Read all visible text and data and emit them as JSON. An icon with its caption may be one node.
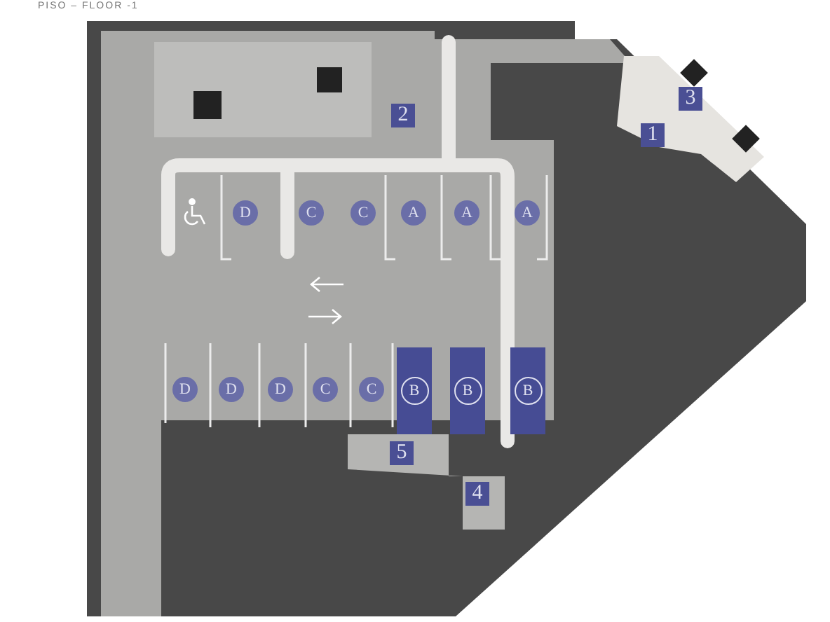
{
  "diagram": {
    "title": "PISO – FLOOR -1",
    "labels": [
      "3",
      "2",
      "1",
      "D",
      "C",
      "C",
      "A",
      "A",
      "A",
      "D",
      "D",
      "D",
      "C",
      "C",
      "B",
      "B",
      "B",
      "5",
      "4"
    ]
  }
}
